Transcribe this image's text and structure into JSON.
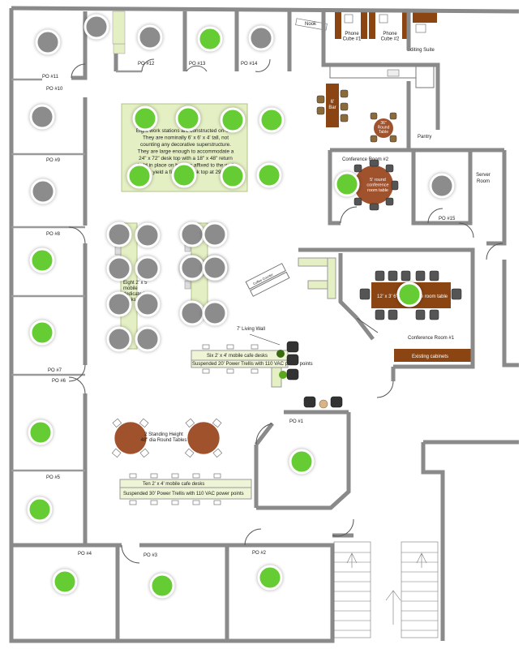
{
  "colors": {
    "occupied": "#66cc33",
    "vacant": "#8c8c8c",
    "ring": "#ffffff",
    "wall": "#8a8a8a",
    "desk_fill": "#e4efc4",
    "wood": "#8b4513",
    "table_wood": "#a0522d"
  },
  "labels": {
    "nook": "Nook",
    "phone1": "Phone\nCube #1",
    "phone2": "Phone\nCube #2",
    "editing": "Editing Suite",
    "bar": "6'\nBar",
    "round_table": "36\"\nRound\nTable",
    "pantry": "Pantry",
    "server": "Server\nRoom",
    "conf2": "Conference Room #2",
    "conf2_table": "5' round\nconference\nroom table",
    "po15": "PO #15",
    "conf1": "Conference Room #1",
    "conf1_table": "12' x 3' 6\" conference room table",
    "cabinets": "Existing cabinets",
    "living_wall": "7' Living Wall",
    "six_desks": "Six 2' x 4' mobile cafe desks",
    "power_trellis_1": "Suspended 20' Power Trellis with 110 VAC power points",
    "ten_desks": "Ten 2' x 4' mobile cafe desks",
    "power_trellis_2": "Suspended 30' Power Trellis with 110 VAC power points",
    "standing_tables": "2 Standing Height\n48\" dia Round Tables",
    "mobile_desks": "Eight 2' x 5'\nmobile\ndedicated\ndesks",
    "coffee_counter": "Coffee Counter",
    "work_note": "Eight work stations are constructed on-site.\nThey are nominally 6' x 6' x 4' tall, not\ncounting any decorative superstructure.\nThey are large enough to accommodate a\n24\" x 72\" desk top with a 18\" x 48\" return\nheld in place on battens affixed to the wall\nto yield a finished desk top at 29\".",
    "po1": "PO #1",
    "po2": "PO #2",
    "po3": "PO #3",
    "po4": "PO #4",
    "po5": "PO #5",
    "po6": "PO #6",
    "po7": "PO #7",
    "po8": "PO #8",
    "po9": "PO #9",
    "po10": "PO #10",
    "po11": "PO #11",
    "po12": "PO #12",
    "po13": "PO #13",
    "po14": "PO #14"
  },
  "seat_status": {
    "po11": "vacant",
    "nook_top": "vacant",
    "po12": "vacant",
    "po13": "occupied",
    "po14": "vacant",
    "po10": "vacant",
    "po9": "vacant",
    "po8": "occupied",
    "po7_upper": "occupied",
    "po6": "occupied",
    "po5": "occupied",
    "po4": "occupied",
    "po3": "occupied",
    "po2": "occupied",
    "po1": "occupied",
    "po15": "vacant",
    "conf2": "occupied",
    "conf1": "occupied",
    "ws_1": "occupied",
    "ws_2": "occupied",
    "ws_3": "occupied",
    "ws_4": "occupied",
    "ws_5": "occupied",
    "ws_6": "occupied",
    "ws_7": "occupied",
    "ws_8": "occupied",
    "md_1": "vacant",
    "md_2": "vacant",
    "md_3": "vacant",
    "md_4": "vacant",
    "md_5": "vacant",
    "md_6": "vacant",
    "md_7": "vacant",
    "md_8": "vacant",
    "md_9": "vacant",
    "md_10": "vacant",
    "md_11": "vacant",
    "md_12": "vacant",
    "md_13": "vacant",
    "md_14": "vacant",
    "md_15": "vacant",
    "md_16": "vacant"
  }
}
